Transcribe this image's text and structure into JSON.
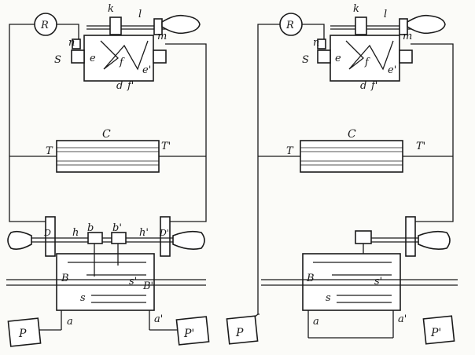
{
  "figures": [
    {
      "id": "left",
      "labels": {
        "R": "R",
        "k": "k",
        "l": "l",
        "n": "n",
        "m": "m",
        "S": "S",
        "e": "e",
        "f": "f",
        "e_prime": "e'",
        "d": "d",
        "f_prime": "f'",
        "C": "C",
        "T": "T",
        "T_prime": "T'",
        "h": "h",
        "b": "b",
        "b_prime": "b'",
        "h_prime": "h'",
        "B": "B",
        "s": "s",
        "s_prime": "s'",
        "B_prime": "B'",
        "a": "a",
        "a_prime": "a'",
        "P": "P",
        "P_prime": "P'",
        "D": "D",
        "D_prime": "D'"
      }
    },
    {
      "id": "right",
      "labels": {
        "R": "R",
        "k": "k",
        "l": "l",
        "n": "n",
        "m": "m",
        "S": "S",
        "e": "e",
        "f": "f",
        "e_prime": "e'",
        "d": "d",
        "f_prime": "f'",
        "C": "C",
        "T": "T",
        "T_prime": "T'",
        "B": "B",
        "s": "s",
        "s_prime": "s'",
        "a": "a",
        "a_prime": "a'",
        "P": "P",
        "P_prime": "P'"
      }
    }
  ]
}
